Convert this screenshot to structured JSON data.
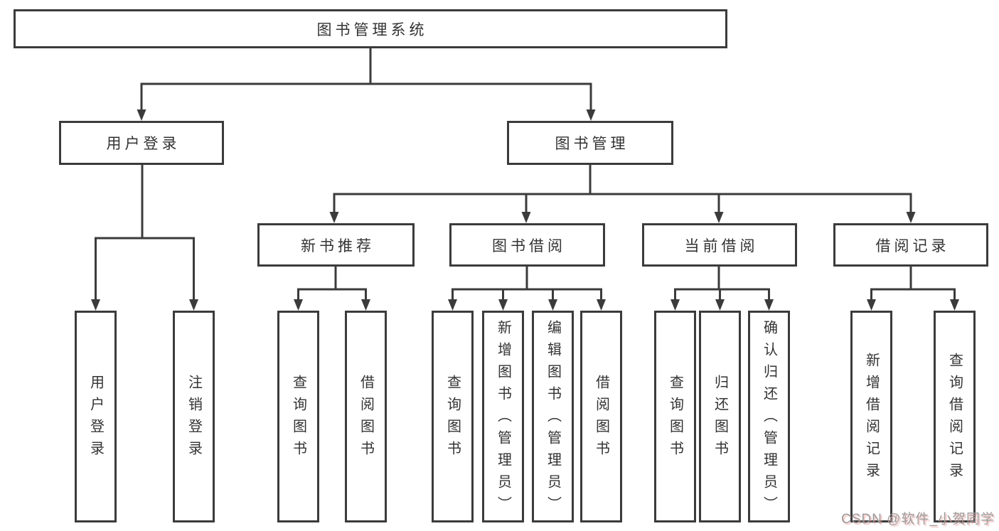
{
  "tree": {
    "root": {
      "label": "图书管理系统"
    },
    "branches": [
      {
        "label": "用户登录",
        "leaves": [
          {
            "label": "用户登录"
          },
          {
            "label": "注销登录"
          }
        ]
      },
      {
        "label": "图书管理",
        "groups": [
          {
            "label": "新书推荐",
            "leaves": [
              {
                "label": "查询图书"
              },
              {
                "label": "借阅图书"
              }
            ]
          },
          {
            "label": "图书借阅",
            "leaves": [
              {
                "label": "查询图书"
              },
              {
                "label": "新增图书（管理员）"
              },
              {
                "label": "编辑图书（管理员）"
              },
              {
                "label": "借阅图书"
              }
            ]
          },
          {
            "label": "当前借阅",
            "leaves": [
              {
                "label": "查询图书"
              },
              {
                "label": "归还图书"
              },
              {
                "label": "确认归还（管理员）"
              }
            ]
          },
          {
            "label": "借阅记录",
            "leaves": [
              {
                "label": "新增借阅记录"
              },
              {
                "label": "查询借阅记录"
              }
            ]
          }
        ]
      }
    ]
  },
  "watermark": "CSDN @软件_小贺同学",
  "colors": {
    "line": "#3b3b3b",
    "text": "#333333",
    "background": "#ffffff",
    "watermark": "#9c9c9c",
    "watermark_shadow": "#eb8c8c"
  }
}
